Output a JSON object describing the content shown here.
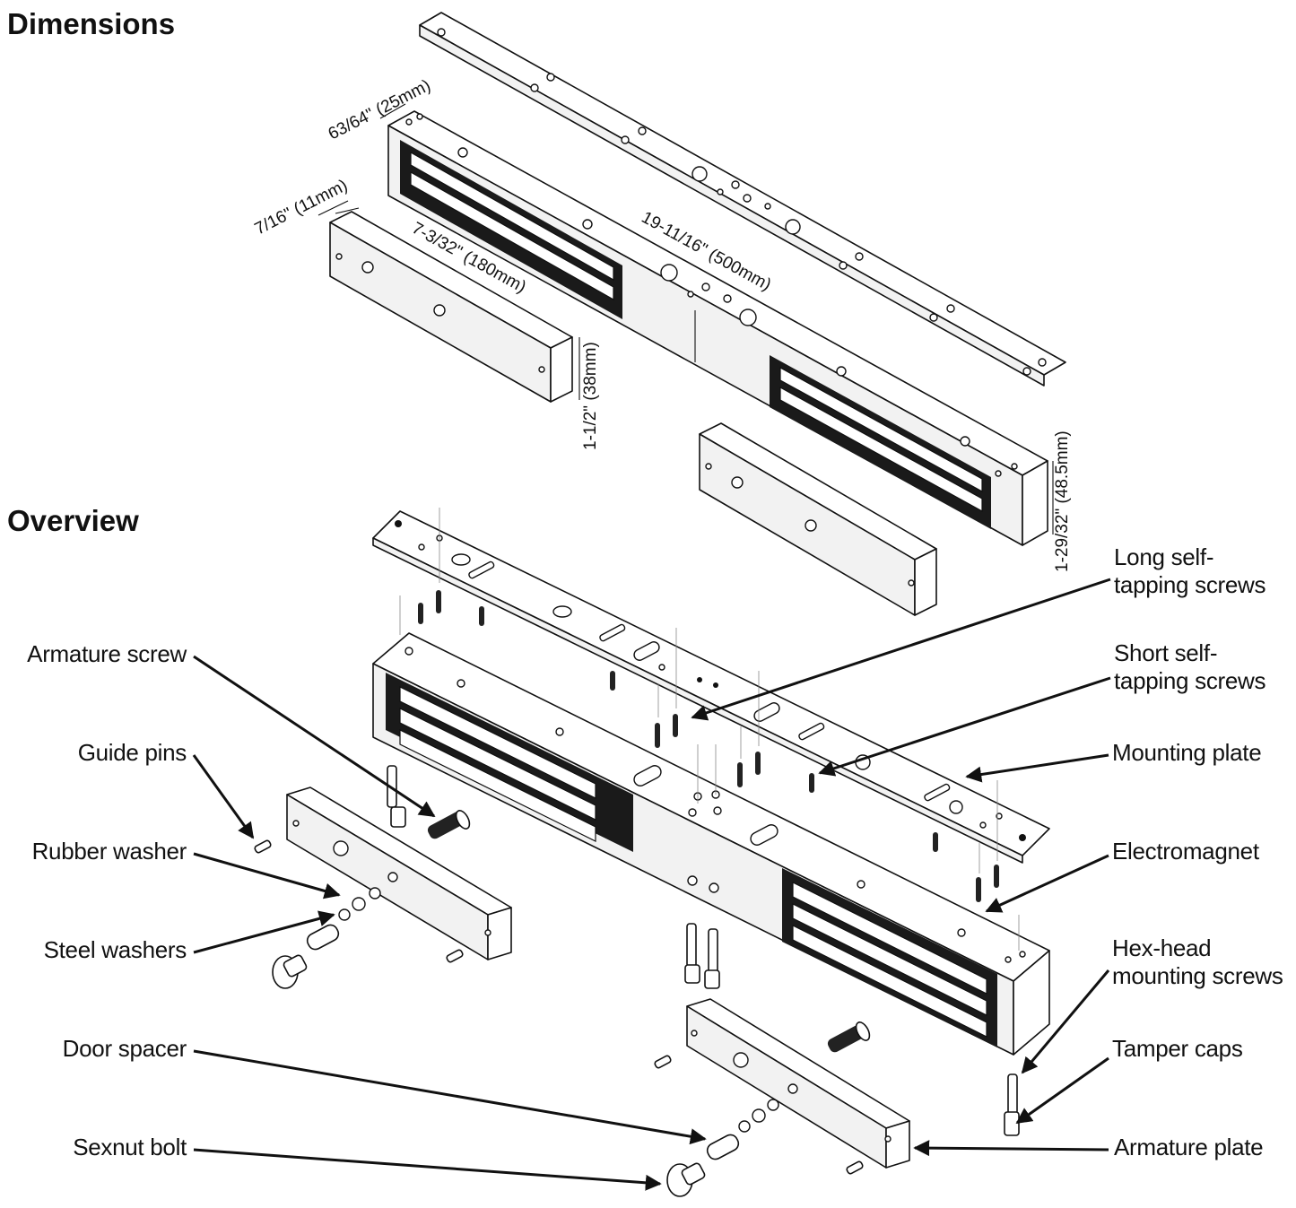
{
  "headings": {
    "dimensions": "Dimensions",
    "overview": "Overview"
  },
  "dimensions": {
    "mount_thickness": "63/64\" (25mm)",
    "armature_thickness": "7/16\" (11mm)",
    "armature_length": "7-3/32\" (180mm)",
    "total_length": "19-11/16\" (500mm)",
    "armature_height": "1-1/2\" (38mm)",
    "magnet_height": "1-29/32\" (48.5mm)"
  },
  "labels_left": {
    "armature_screw": "Armature screw",
    "guide_pins": "Guide pins",
    "rubber_washer": "Rubber washer",
    "steel_washers": "Steel washers",
    "door_spacer": "Door spacer",
    "sexnut_bolt": "Sexnut bolt"
  },
  "labels_right": {
    "long_screws": "Long self-\ntapping screws",
    "short_screws": "Short self-\ntapping screws",
    "mounting_plate": "Mounting plate",
    "electromagnet": "Electromagnet",
    "hex_screws": "Hex-head\nmounting screws",
    "tamper_caps": "Tamper caps",
    "armature_plate": "Armature plate"
  }
}
